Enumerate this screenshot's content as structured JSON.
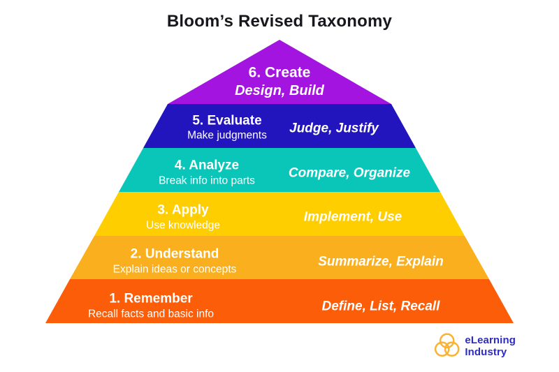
{
  "title": "Bloom’s Revised Taxonomy",
  "pyramid": {
    "levels": [
      {
        "name": "6. Create",
        "subtitle": "",
        "keywords": "Design, Build",
        "color": "#A414E0"
      },
      {
        "name": "5. Evaluate",
        "subtitle": "Make judgments",
        "keywords": "Judge, Justify",
        "color": "#2215BE"
      },
      {
        "name": "4. Analyze",
        "subtitle": "Break info into parts",
        "keywords": "Compare, Organize",
        "color": "#0AC6B9"
      },
      {
        "name": "3. Apply",
        "subtitle": "Use knowledge",
        "keywords": "Implement, Use",
        "color": "#FFCE00"
      },
      {
        "name": "2. Understand",
        "subtitle": "Explain ideas or concepts",
        "keywords": "Summarize, Explain",
        "color": "#FAAF1E"
      },
      {
        "name": "1. Remember",
        "subtitle": "Recall facts and basic info",
        "keywords": "Define, List, Recall",
        "color": "#FC5D09"
      }
    ],
    "text_color": "#FFFFFF"
  },
  "footer": {
    "logo_text": "eLearning Industry",
    "logo_text_color": "#2D2BC5",
    "logo_icon": "trefoil-circles-icon",
    "logo_icon_color": "#F9B233"
  }
}
